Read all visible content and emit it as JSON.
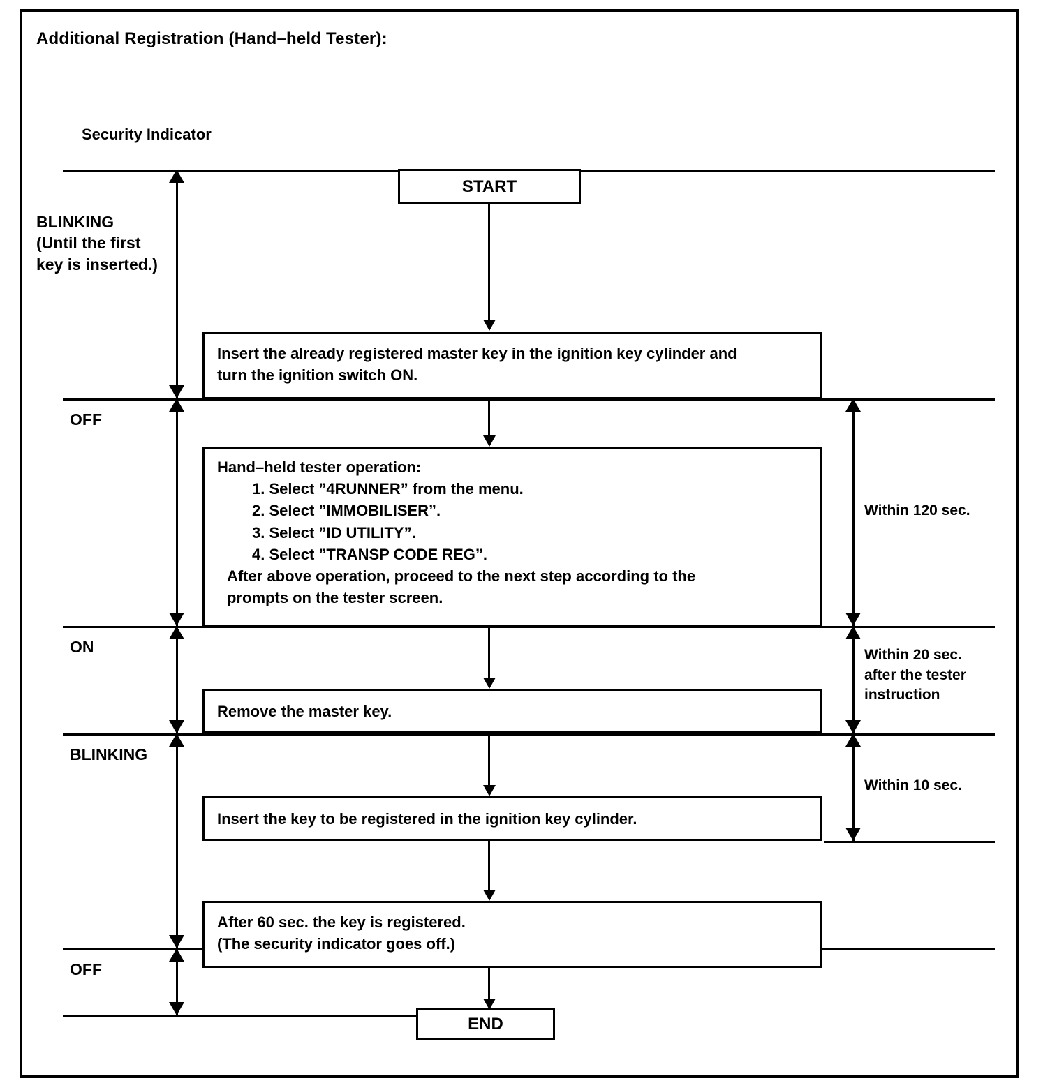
{
  "title": "Additional Registration (Hand–held Tester):",
  "column_header": "Security Indicator",
  "indicator_states": [
    {
      "label": "BLINKING",
      "note": "(Until  the  first key is inserted.)"
    },
    {
      "label": "OFF",
      "note": ""
    },
    {
      "label": "ON",
      "note": ""
    },
    {
      "label": "BLINKING",
      "note": ""
    },
    {
      "label": "OFF",
      "note": ""
    }
  ],
  "state_blinking_first_line1": "BLINKING",
  "state_blinking_first_line2": "(Until  the  first",
  "state_blinking_first_line3": "key is inserted.)",
  "state_off_1": "OFF",
  "state_on": "ON",
  "state_blinking_2": "BLINKING",
  "state_off_2": "OFF",
  "flow": {
    "start": "START",
    "end": "END",
    "box_insert_master": {
      "line1": "Insert the already registered master key in the ignition key cylinder and",
      "line2": "turn the ignition switch ON."
    },
    "box_tester": {
      "heading": "Hand–held tester operation:",
      "steps": [
        "1. Select ”4RUNNER” from the menu.",
        "2. Select ”IMMOBILISER”.",
        "3. Select ”ID UTILITY”.",
        "4. Select ”TRANSP CODE REG”."
      ],
      "tail_line1": "After above operation, proceed to the next step according to the",
      "tail_line2": "prompts on the tester screen."
    },
    "box_remove_master": "Remove the master key.",
    "box_insert_new": "Insert the key to be registered in the ignition key cylinder.",
    "box_registered": {
      "line1": "After 60 sec. the key is registered.",
      "line2": "(The security indicator goes off.)"
    }
  },
  "timings": [
    {
      "text": "Within 120 sec."
    },
    {
      "text": "Within 20 sec. after the tester instruction"
    },
    {
      "text": "Within 10 sec."
    }
  ],
  "timing_120": "Within 120 sec.",
  "timing_20_l1": "Within 20 sec.",
  "timing_20_l2": "after the tester",
  "timing_20_l3": "instruction",
  "timing_10": "Within 10 sec.",
  "colors": {
    "ink": "#000000",
    "paper": "#ffffff"
  }
}
